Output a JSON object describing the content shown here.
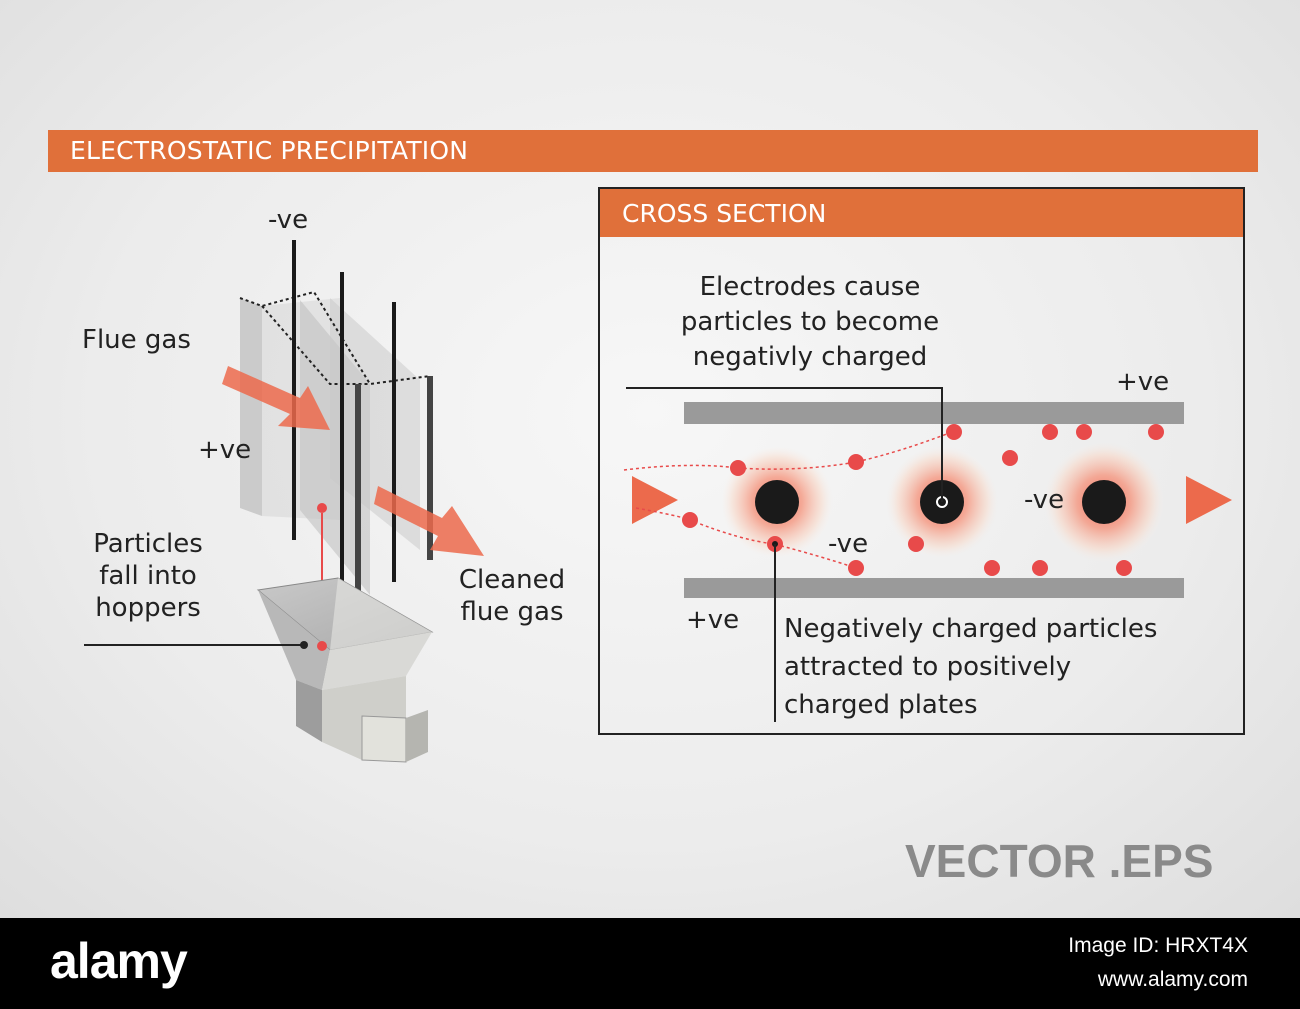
{
  "title": "ELECTROSTATIC PRECIPITATION",
  "left_diagram": {
    "neg_label": "-ve",
    "pos_label": "+ve",
    "flue_gas_label": "Flue gas",
    "particles_label": [
      "Particles",
      "fall into",
      "hoppers"
    ],
    "cleaned_label": [
      "Cleaned",
      "flue gas"
    ]
  },
  "cross_section": {
    "title": "CROSS SECTION",
    "electrodes_note": [
      "Electrodes cause",
      "particles to become",
      "negativly charged"
    ],
    "top_plate_label": "+ve",
    "bottom_plate_label": "+ve",
    "electrode_label_1": "-ve",
    "electrode_label_2": "-ve",
    "charged_note": [
      "Negatively charged particles",
      "attracted to positively",
      "charged plates"
    ]
  },
  "vector_label": "VECTOR .EPS",
  "footer": {
    "brand": "alamy",
    "image_id": "Image ID: HRXT4X",
    "site": "www.alamy.com"
  },
  "colors": {
    "accent": "#e0703a",
    "particle": "#e84a4a",
    "plate": "#9a9a9a",
    "electrode": "#1a1a1a"
  }
}
